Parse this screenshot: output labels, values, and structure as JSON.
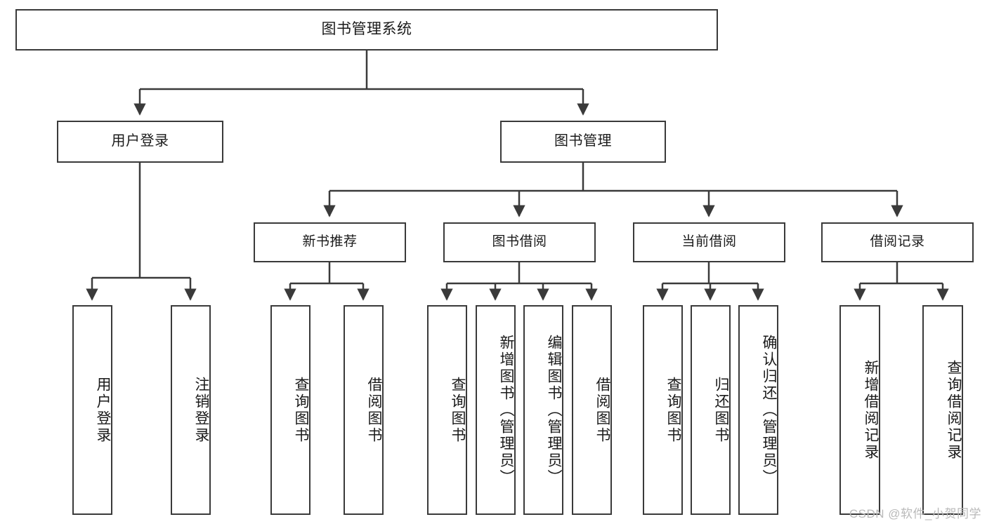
{
  "diagram": {
    "title": "图书管理系统",
    "watermark": "CSDN @软件_小贺同学",
    "stroke_color": "#3a3a3a",
    "text_color": "#1a1a1a",
    "background_color": "#ffffff",
    "watermark_color": "#b9b9b9"
  },
  "nodes": {
    "root": {
      "label": "图书管理系统"
    },
    "level1": [
      {
        "label": "用户登录"
      },
      {
        "label": "图书管理"
      }
    ],
    "level2": [
      {
        "label": "新书推荐"
      },
      {
        "label": "图书借阅"
      },
      {
        "label": "当前借阅"
      },
      {
        "label": "借阅记录"
      }
    ],
    "leaves": {
      "user_login": [
        {
          "label": "用户登录"
        },
        {
          "label": "注销登录"
        }
      ],
      "new_book_recommend": [
        {
          "label": "查询图书"
        },
        {
          "label": "借阅图书"
        }
      ],
      "book_borrow": [
        {
          "label": "查询图书"
        },
        {
          "label": "新增图书（管理员）"
        },
        {
          "label": "编辑图书（管理员）"
        },
        {
          "label": "借阅图书"
        }
      ],
      "current_borrow": [
        {
          "label": "查询图书"
        },
        {
          "label": "归还图书"
        },
        {
          "label": "确认归还（管理员）"
        }
      ],
      "borrow_records": [
        {
          "label": "新增借阅记录"
        },
        {
          "label": "查询借阅记录"
        }
      ]
    }
  }
}
